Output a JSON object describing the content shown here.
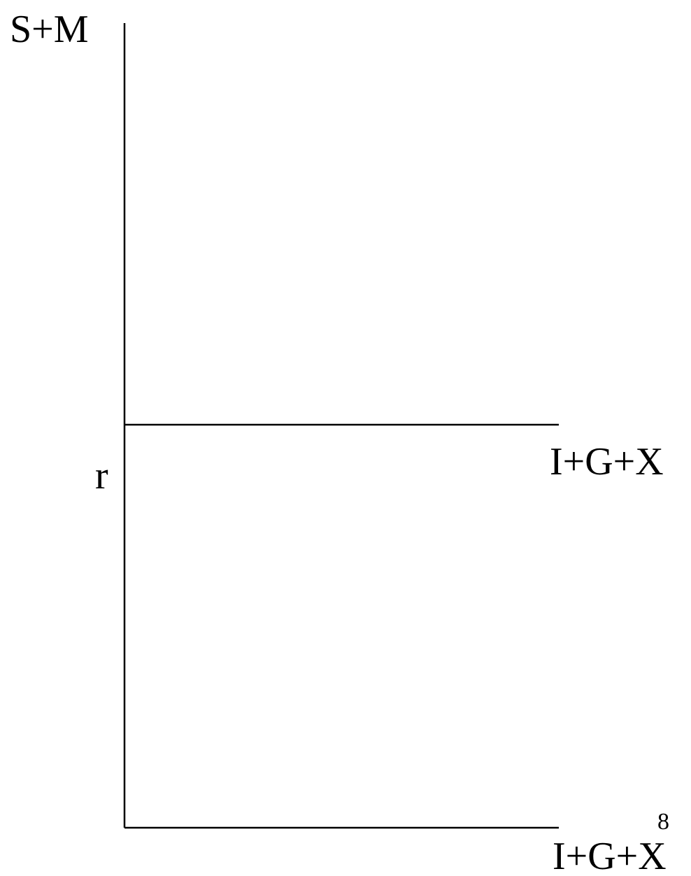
{
  "diagram": {
    "y_axis_label": "S+M",
    "rate_label": "r",
    "upper_line_label": "I+G+X",
    "lower_line_label": "I+G+X",
    "page_number": "8",
    "line_color": "#000000",
    "background_color": "#ffffff"
  }
}
